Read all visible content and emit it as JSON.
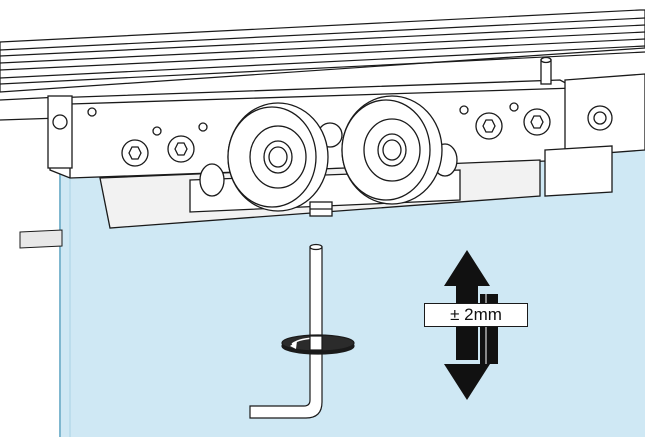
{
  "adjustment": {
    "label": "± 2mm"
  },
  "colors": {
    "glass": "#cfe8f4",
    "glass_edge": "#7fb7cf",
    "outline": "#1a1a1a",
    "metal": "#ffffff",
    "shadow": "#d9d9d9",
    "arrow": "#111111"
  },
  "parts": [
    "top-rail",
    "roller-carriage",
    "roller-wheel",
    "allen-key",
    "glass-panel",
    "adjustment-arrow"
  ]
}
